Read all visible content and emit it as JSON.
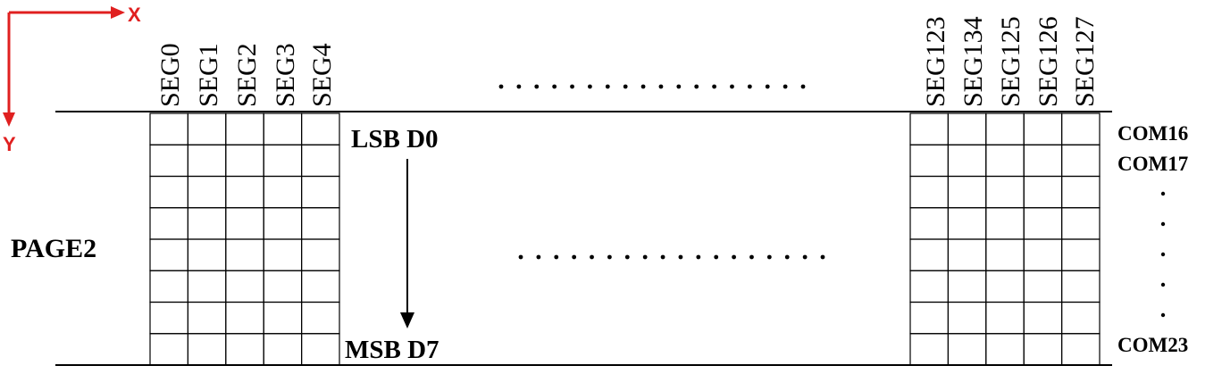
{
  "axes": {
    "x_label": "X",
    "y_label": "Y",
    "color": "#e02020"
  },
  "page_label": "PAGE2",
  "left_segments": [
    "SEG0",
    "SEG1",
    "SEG2",
    "SEG3",
    "SEG4"
  ],
  "right_segments": [
    "SEG123",
    "SEG134",
    "SEG125",
    "SEG126",
    "SEG127"
  ],
  "bit_order": {
    "top": "LSB D0",
    "bottom": "MSB D7"
  },
  "com_labels": {
    "first": "COM16",
    "second": "COM17",
    "last": "COM23"
  },
  "grid": {
    "columns": 5,
    "rows": 8
  }
}
